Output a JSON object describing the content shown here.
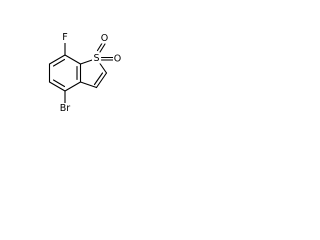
{
  "molecule": {
    "atoms": {
      "fluorine": "F",
      "sulfur": "S",
      "oxygen_1": "O",
      "oxygen_2": "O",
      "bromine": "Br"
    },
    "colors": {
      "bond": "#000000",
      "label": "#000000",
      "background": "#ffffff"
    }
  }
}
